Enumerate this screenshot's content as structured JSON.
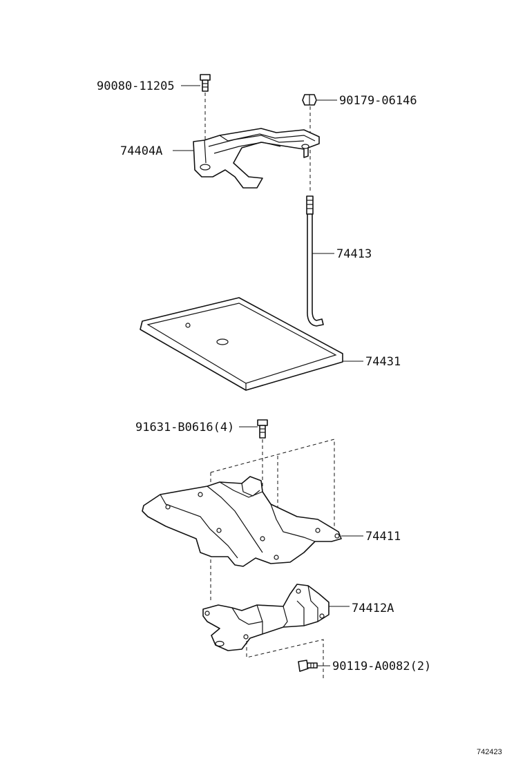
{
  "parts": {
    "bolt_top": "90080-11205",
    "nut_top": "90179-06146",
    "clamp": "74404A",
    "rod": "74413",
    "tray": "74431",
    "bolt_mid": "91631-B0616(4)",
    "carrier": "74411",
    "bracket": "74412A",
    "bolt_bottom": "90119-A0082(2)"
  },
  "drawing_code": "742423"
}
